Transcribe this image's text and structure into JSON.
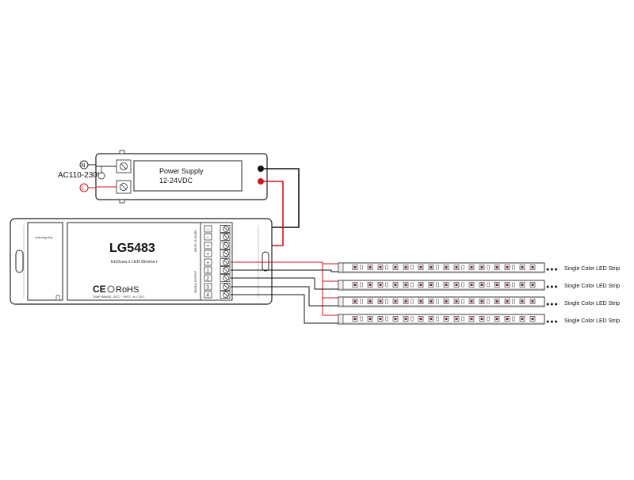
{
  "power_supply": {
    "title": "Power Supply",
    "voltage": "12-24VDC",
    "ac_input_label": "AC110-230V",
    "neutral_symbol": "N",
    "live_symbol": "L"
  },
  "dimmer": {
    "model": "LG5483",
    "description": "EnOcea n LED Dimme r",
    "learning_key_label": "Learning  Key",
    "certifications": {
      "ce": "CE",
      "rohs": "RoHS"
    },
    "temp_range": "TEMP RANGE: -20°C ~ +50°C      ·  tc < 75°C",
    "input_label": "INPUT 12-24VDC",
    "output_label": "SINGLE OUTPUT",
    "terminals": [
      {
        "label": "−"
      },
      {
        "label": "−"
      },
      {
        "label": "+"
      },
      {
        "label": "+"
      },
      {
        "label": "+"
      },
      {
        "label": "1"
      },
      {
        "label": "2"
      },
      {
        "label": "3"
      },
      {
        "label": "4"
      }
    ]
  },
  "strips": [
    {
      "ellipsis": "●●●",
      "label": "Single  Color LED Strip"
    },
    {
      "ellipsis": "●●●",
      "label": "Single  Color LED Strip"
    },
    {
      "ellipsis": "●●●",
      "label": "Single  Color LED Strip"
    },
    {
      "ellipsis": "●●●",
      "label": "Single  Color LED Strip"
    }
  ],
  "colors": {
    "line": "#222222",
    "positive_wire": "#d0141c",
    "negative_wire": "#111111",
    "led_tint": "#7a2a4a",
    "outline_grey": "#bfbfbf"
  }
}
